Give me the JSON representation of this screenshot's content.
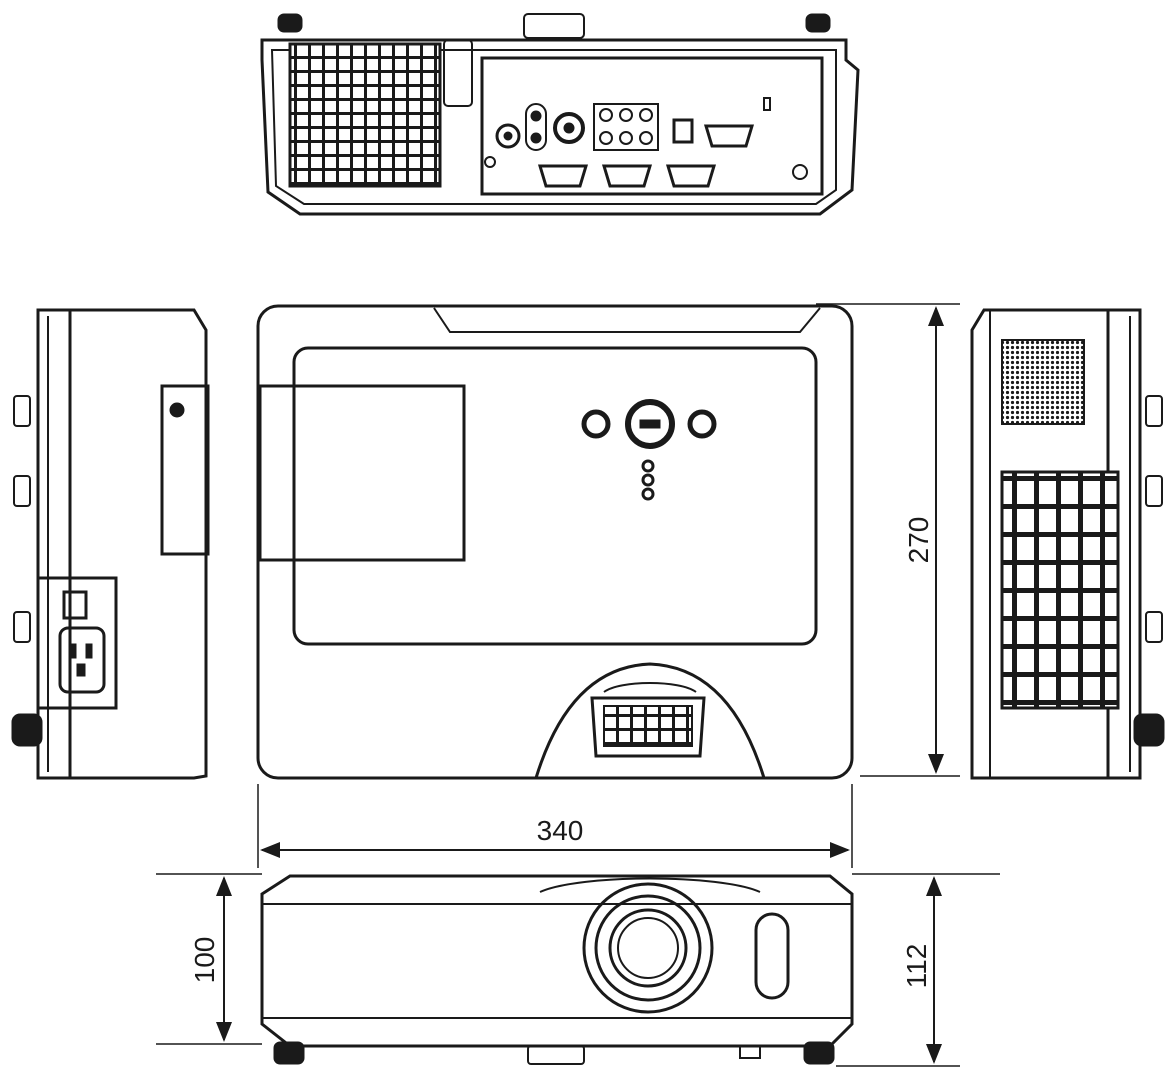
{
  "dimensions": {
    "width": {
      "value": "340"
    },
    "depth": {
      "value": "270"
    },
    "height_body": {
      "value": "100"
    },
    "height_total": {
      "value": "112"
    }
  },
  "colors": {
    "line": "#1a1a1a",
    "background": "#ffffff"
  },
  "views": [
    "rear-view",
    "left-side-view",
    "top-view",
    "right-side-view",
    "front-view"
  ]
}
